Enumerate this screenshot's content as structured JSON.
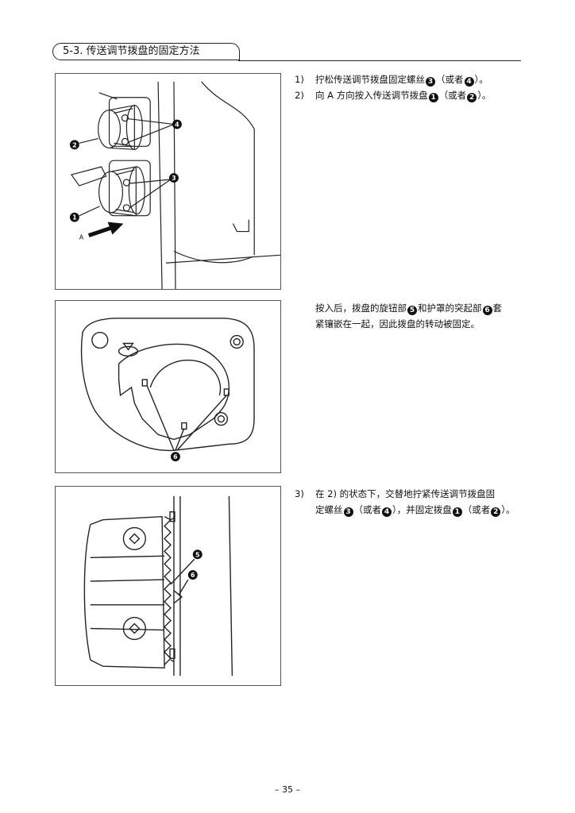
{
  "section": {
    "title": "5-3. 传送调节拨盘的固定方法"
  },
  "steps": [
    {
      "num": "1)",
      "before": "拧松传送调节拨盘固定螺丝",
      "m1": "3",
      "mid": "（或者",
      "m2": "4",
      "after": "）。"
    },
    {
      "num": "2)",
      "before": "向 A 方向按入传送调节拨盘",
      "m1": "1",
      "mid": "（或者",
      "m2": "2",
      "after": "）。"
    }
  ],
  "para2": {
    "line1_a": "按入后，拨盘的旋钮部",
    "m1": "5",
    "line1_b": "和护罩的突起部",
    "m2": "6",
    "line1_c": "套",
    "line2": "紧镶嵌在一起，因此拨盘的转动被固定。"
  },
  "step3": {
    "num": "3)",
    "line1": "在 2) 的状态下，交替地拧紧传送调节拨盘固",
    "line2_a": "定螺丝",
    "m1": "3",
    "line2_b": "（或者",
    "m2": "4",
    "line2_c": "），并固定拨盘",
    "m3": "1",
    "line2_d": "（或者",
    "m4": "2",
    "line2_e": "）。"
  },
  "figure1": {
    "callouts": [
      "4",
      "2",
      "3",
      "1"
    ],
    "arrow_label": "A"
  },
  "figure2": {
    "callouts": [
      "6"
    ]
  },
  "figure3": {
    "callouts": [
      "5",
      "6"
    ]
  },
  "footer": {
    "page": "– 35 –"
  }
}
